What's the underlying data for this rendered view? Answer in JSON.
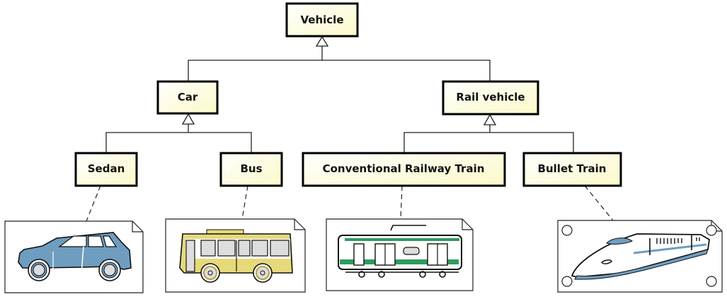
{
  "diagram": {
    "type": "uml-class-hierarchy",
    "box_fill_start": "#ffffff",
    "box_fill_end": "#fbf9c8",
    "classes": [
      {
        "id": "vehicle",
        "label": "Vehicle",
        "parent": null
      },
      {
        "id": "car",
        "label": "Car",
        "parent": "vehicle"
      },
      {
        "id": "rail",
        "label": "Rail vehicle",
        "parent": "vehicle"
      },
      {
        "id": "sedan",
        "label": "Sedan",
        "parent": "car"
      },
      {
        "id": "bus",
        "label": "Bus",
        "parent": "car"
      },
      {
        "id": "conventional",
        "label": "Conventional Railway Train",
        "parent": "rail"
      },
      {
        "id": "bullet",
        "label": "Bullet Train",
        "parent": "rail"
      }
    ],
    "notes": [
      {
        "id": "note-sedan",
        "attached_to": "sedan",
        "image": "sedan-car-illustration",
        "color": "#6e9dc0"
      },
      {
        "id": "note-bus",
        "attached_to": "bus",
        "image": "bus-illustration",
        "color": "#e6d97a"
      },
      {
        "id": "note-conventional",
        "attached_to": "conventional",
        "image": "commuter-train-illustration",
        "color": "#2f9a5e"
      },
      {
        "id": "note-bullet",
        "attached_to": "bullet",
        "image": "bullet-train-illustration",
        "color": "#6e9dc0"
      }
    ]
  }
}
